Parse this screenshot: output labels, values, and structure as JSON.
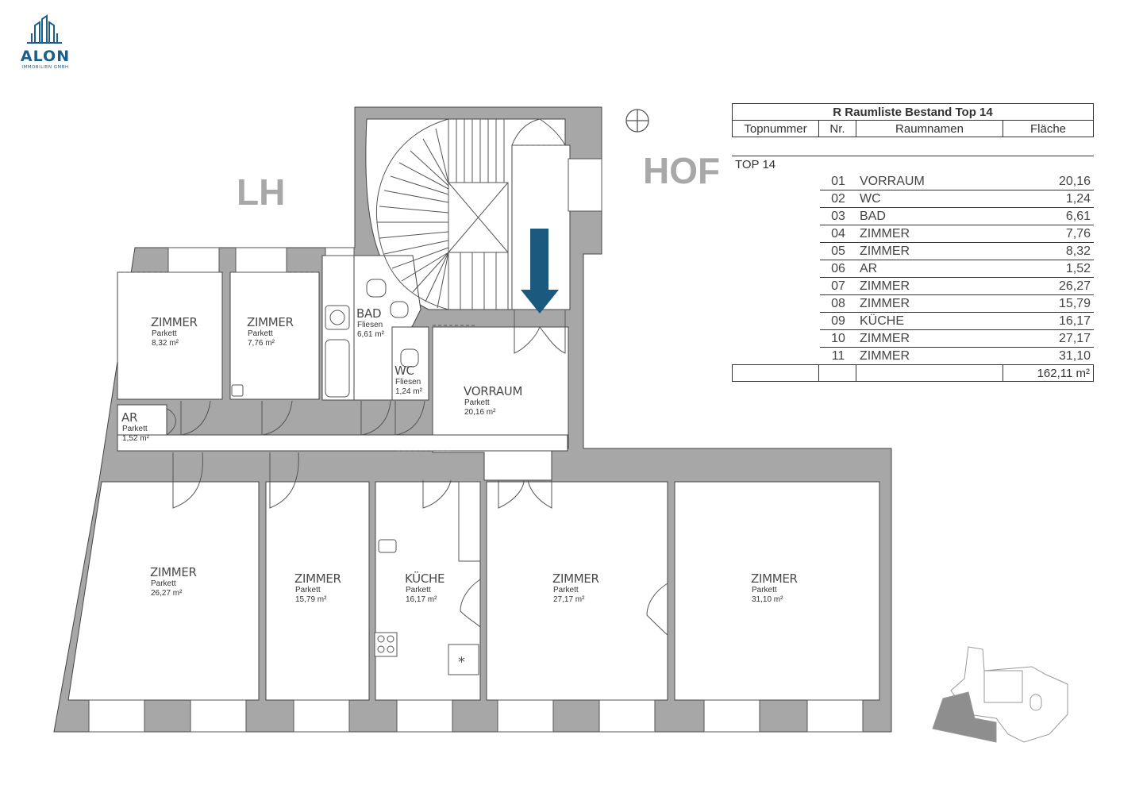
{
  "logo": {
    "name": "ALON",
    "subtitle": "IMMOBILIEN GMBH",
    "brand_color": "#1d5e86"
  },
  "labels": {
    "lh": "LH",
    "hof": "HOF"
  },
  "colors": {
    "wall": "#a7a7a7",
    "line": "#333333",
    "arrow": "#1b5a7e"
  },
  "rooms": {
    "zimmer_05": {
      "name": "ZIMMER",
      "floor": "Parkett",
      "area": "8,32 m²"
    },
    "zimmer_04": {
      "name": "ZIMMER",
      "floor": "Parkett",
      "area": "7,76 m²"
    },
    "bad": {
      "name": "BAD",
      "floor": "Fliesen",
      "area": "6,61 m²"
    },
    "wc": {
      "name": "WC",
      "floor": "Fliesen",
      "area": "1,24 m²"
    },
    "ar": {
      "name": "AR",
      "floor": "Parkett",
      "area": "1,52 m²"
    },
    "vorraum": {
      "name": "VORRAUM",
      "floor": "Parkett",
      "area": "20,16 m²"
    },
    "zimmer_07": {
      "name": "ZIMMER",
      "floor": "Parkett",
      "area": "26,27 m²"
    },
    "zimmer_08": {
      "name": "ZIMMER",
      "floor": "Parkett",
      "area": "15,79 m²"
    },
    "kueche": {
      "name": "KÜCHE",
      "floor": "Parkett",
      "area": "16,17 m²"
    },
    "zimmer_10": {
      "name": "ZIMMER",
      "floor": "Parkett",
      "area": "27,17 m²"
    },
    "zimmer_11": {
      "name": "ZIMMER",
      "floor": "Parkett",
      "area": "31,10 m²"
    }
  },
  "room_list": {
    "title": "R Raumliste Bestand Top 14",
    "headers": [
      "Topnummer",
      "Nr.",
      "Raumnamen",
      "Fläche"
    ],
    "top_label": "TOP 14",
    "rows": [
      {
        "nr": "01",
        "name": "VORRAUM",
        "area": "20,16"
      },
      {
        "nr": "02",
        "name": "WC",
        "area": "1,24"
      },
      {
        "nr": "03",
        "name": "BAD",
        "area": "6,61"
      },
      {
        "nr": "04",
        "name": "ZIMMER",
        "area": "7,76"
      },
      {
        "nr": "05",
        "name": "ZIMMER",
        "area": "8,32"
      },
      {
        "nr": "06",
        "name": "AR",
        "area": "1,52"
      },
      {
        "nr": "07",
        "name": "ZIMMER",
        "area": "26,27"
      },
      {
        "nr": "08",
        "name": "ZIMMER",
        "area": "15,79"
      },
      {
        "nr": "09",
        "name": "KÜCHE",
        "area": "16,17"
      },
      {
        "nr": "10",
        "name": "ZIMMER",
        "area": "27,17"
      },
      {
        "nr": "11",
        "name": "ZIMMER",
        "area": "31,10"
      }
    ],
    "total": "162,11 m²"
  }
}
